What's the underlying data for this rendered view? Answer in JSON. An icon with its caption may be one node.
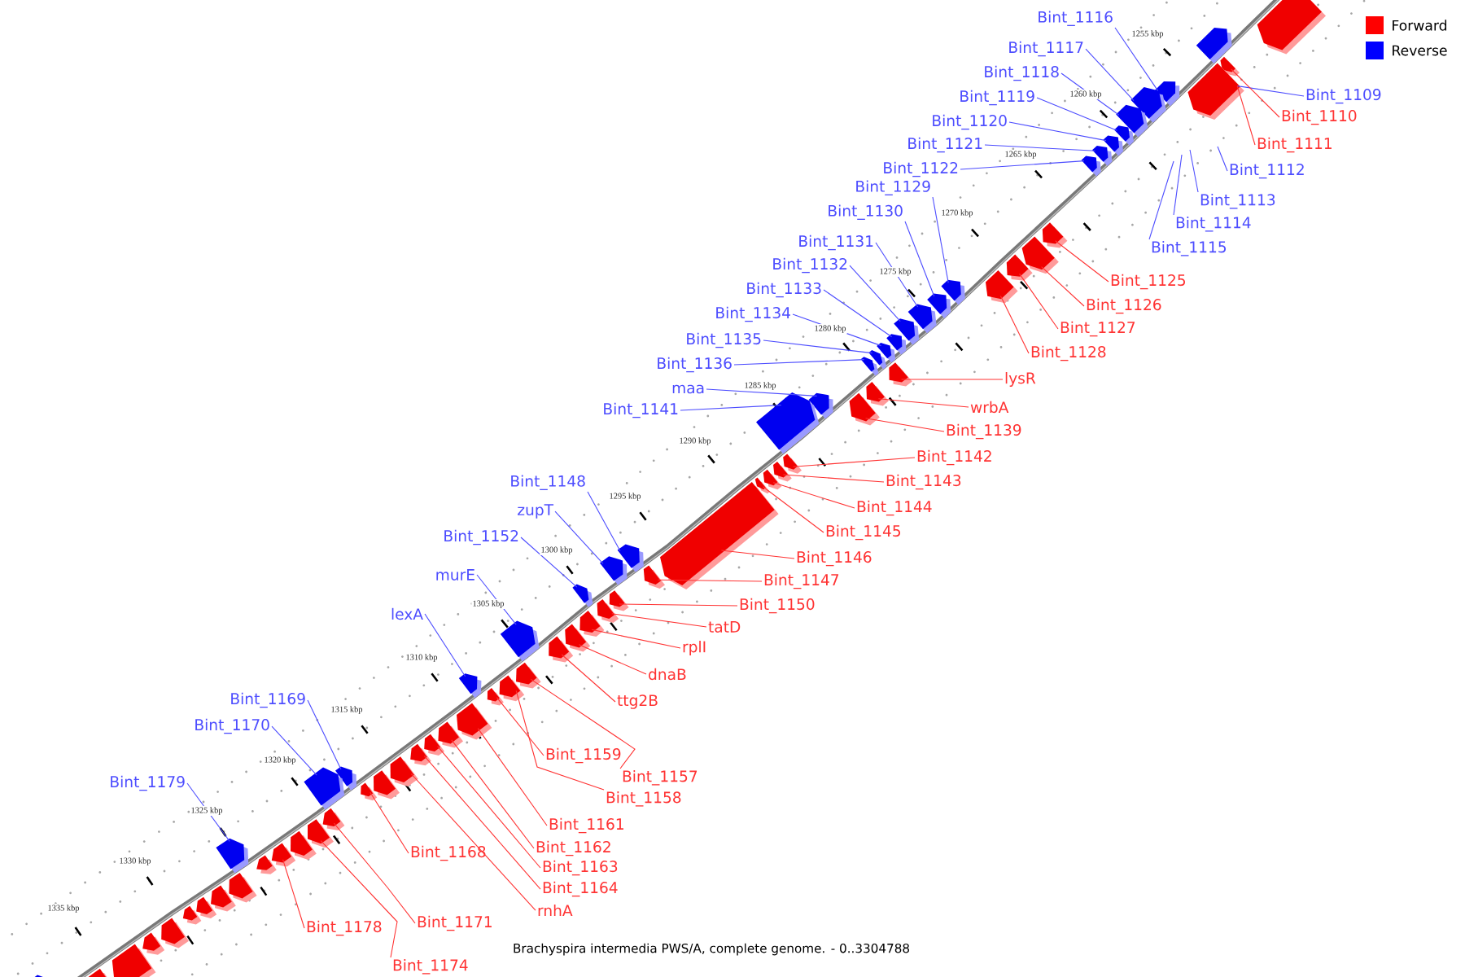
{
  "diagram": {
    "caption": "Brachyspira intermedia PWS/A, complete genome. - 0..3304788",
    "nodes": [
      {
        "text": [
          "Bint_1116"
        ]
      },
      {
        "text": [
          "Bint_1117"
        ]
      },
      {
        "text": [
          "Bint_1118"
        ]
      },
      {
        "text": [
          "Bint_1119"
        ]
      },
      {
        "text": [
          "Bint_1120"
        ]
      },
      {
        "text": [
          "Bint_1121"
        ]
      },
      {
        "text": [
          "Bint_1122"
        ]
      },
      {
        "text": [
          "Bint_1129"
        ]
      },
      {
        "text": [
          "Bint_1130"
        ]
      },
      {
        "text": [
          "Bint_1131"
        ]
      },
      {
        "text": [
          "Bint_1132"
        ]
      },
      {
        "text": [
          "Bint_1133"
        ]
      },
      {
        "text": [
          "Bint_1134"
        ]
      },
      {
        "text": [
          "Bint_1135"
        ]
      },
      {
        "text": [
          "Bint_1136"
        ]
      },
      {
        "text": [
          "maa"
        ]
      },
      {
        "text": [
          "Bint_1141"
        ]
      },
      {
        "text": [
          "Bint_1148"
        ]
      },
      {
        "text": [
          "zupT"
        ]
      },
      {
        "text": [
          "Bint_1152"
        ]
      },
      {
        "text": [
          "murE"
        ]
      },
      {
        "text": [
          "lexA"
        ]
      },
      {
        "text": [
          "Bint_1169"
        ]
      },
      {
        "text": [
          "Bint_1170"
        ]
      },
      {
        "text": [
          "Bint_1179"
        ]
      },
      {
        "text": [
          "Bint_1109"
        ]
      },
      {
        "text": [
          "Bint_1112"
        ]
      },
      {
        "text": [
          "Bint_1113"
        ]
      },
      {
        "text": [
          "Bint_1114"
        ]
      },
      {
        "text": [
          "Bint_1115"
        ]
      },
      {
        "text": [
          "Bint_1110"
        ]
      },
      {
        "text": [
          "Bint_1111"
        ]
      },
      {
        "text": [
          "Bint_1125"
        ]
      },
      {
        "text": [
          "Bint_1126"
        ]
      },
      {
        "text": [
          "Bint_1127"
        ]
      },
      {
        "text": [
          "Bint_1128"
        ]
      },
      {
        "text": [
          "lysR"
        ]
      },
      {
        "text": [
          "wrbA"
        ]
      },
      {
        "text": [
          "Bint_1139"
        ]
      },
      {
        "text": [
          "Bint_1142"
        ]
      },
      {
        "text": [
          "Bint_1143"
        ]
      },
      {
        "text": [
          "Bint_1144"
        ]
      },
      {
        "text": [
          "Bint_1145"
        ]
      },
      {
        "text": [
          "Bint_1146"
        ]
      },
      {
        "text": [
          "Bint_1147"
        ]
      },
      {
        "text": [
          "Bint_1150"
        ]
      },
      {
        "text": [
          "tatD"
        ]
      },
      {
        "text": [
          "rplI"
        ]
      },
      {
        "text": [
          "dnaB"
        ]
      },
      {
        "text": [
          "ttg2B"
        ]
      },
      {
        "text": [
          "Bint_1159"
        ]
      },
      {
        "text": [
          "Bint_1157"
        ]
      },
      {
        "text": [
          "Bint_1158"
        ]
      },
      {
        "text": [
          "Bint_1161"
        ]
      },
      {
        "text": [
          "Bint_1162"
        ]
      },
      {
        "text": [
          "Bint_1163"
        ]
      },
      {
        "text": [
          "Bint_1164"
        ]
      },
      {
        "text": [
          "rnhA"
        ]
      },
      {
        "text": [
          "Bint_1168"
        ]
      },
      {
        "text": [
          "Bint_1171"
        ]
      },
      {
        "text": [
          "Bint_1178"
        ]
      },
      {
        "text": [
          "Bint_1174"
        ]
      },
      {
        "text": [],
        "shape": "box"
      },
      {
        "text": [],
        "shape": "box"
      },
      {
        "text": [],
        "shape": "box"
      },
      {
        "text": [],
        "shape": "box"
      },
      {
        "text": [],
        "shape": "box"
      },
      {
        "text": [],
        "shape": "box"
      },
      {
        "text": [],
        "shape": "box"
      },
      {
        "text": [],
        "shape": "box"
      },
      {
        "text": [],
        "shape": "box"
      },
      {
        "text": [],
        "shape": "box"
      },
      {
        "text": [],
        "shape": "box"
      },
      {
        "text": [],
        "shape": "box"
      },
      {
        "text": [],
        "shape": "box"
      },
      {
        "text": [],
        "shape": "box"
      },
      {
        "text": [],
        "shape": "box"
      },
      {
        "text": [],
        "shape": "box"
      },
      {
        "text": [],
        "shape": "box"
      },
      {
        "text": [],
        "shape": "box"
      },
      {
        "text": [],
        "shape": "box"
      },
      {
        "text": [],
        "shape": "box"
      },
      {
        "text": [],
        "shape": "box"
      },
      {
        "text": [],
        "shape": "box"
      },
      {
        "text": [],
        "shape": "box"
      },
      {
        "text": [],
        "shape": "box"
      },
      {
        "text": [],
        "shape": "box"
      },
      {
        "text": [],
        "shape": "box"
      },
      {
        "text": [],
        "shape": "box"
      },
      {
        "text": [],
        "shape": "box"
      },
      {
        "text": [],
        "shape": "box"
      },
      {
        "text": [],
        "shape": "box"
      },
      {
        "text": [],
        "shape": "box"
      },
      {
        "text": [],
        "shape": "box"
      },
      {
        "text": [],
        "shape": "box"
      },
      {
        "text": [],
        "shape": "box"
      },
      {
        "text": [],
        "shape": "box"
      },
      {
        "text": [],
        "shape": "box"
      },
      {
        "text": [],
        "shape": "box"
      },
      {
        "text": [],
        "shape": "box"
      },
      {
        "text": [],
        "shape": "box"
      },
      {
        "text": [],
        "shape": "box"
      },
      {
        "text": [],
        "shape": "box"
      },
      {
        "text": [],
        "shape": "box"
      },
      {
        "text": [],
        "shape": "box"
      },
      {
        "text": [],
        "shape": "box"
      },
      {
        "text": [],
        "shape": "box"
      },
      {
        "text": [],
        "shape": "box"
      },
      {
        "text": [],
        "shape": "box"
      },
      {
        "text": [],
        "shape": "box"
      },
      {
        "text": [],
        "shape": "box"
      },
      {
        "text": [],
        "shape": "box"
      },
      {
        "text": [],
        "shape": "box"
      },
      {
        "text": [],
        "shape": "box"
      },
      {
        "text": [],
        "shape": "box"
      },
      {
        "text": [],
        "shape": "box"
      },
      {
        "text": [],
        "shape": "box"
      },
      {
        "text": [],
        "shape": "box"
      },
      {
        "text": [],
        "shape": "box"
      },
      {
        "text": [],
        "shape": "box"
      },
      {
        "text": [],
        "shape": "box"
      },
      {
        "text": [],
        "shape": "box"
      },
      {
        "text": [],
        "shape": "box"
      },
      {
        "text": [],
        "shape": "box"
      },
      {
        "text": [],
        "shape": "box"
      },
      {
        "text": [],
        "shape": "box"
      },
      {
        "text": [],
        "shape": "box"
      },
      {
        "text": [],
        "shape": "box"
      },
      {
        "text": [],
        "shape": "box"
      },
      {
        "text": [],
        "shape": "box"
      },
      {
        "text": [],
        "shape": "box"
      },
      {
        "text": [],
        "shape": "box"
      },
      {
        "text": [],
        "shape": "box"
      }
    ],
    "edges": [
      {
        "from": 0,
        "to": 63,
        "arrow": "none",
        "color": "#4d4dff"
      },
      {
        "from": 1,
        "to": 64,
        "arrow": "none",
        "color": "#4d4dff"
      },
      {
        "from": 2,
        "to": 65,
        "arrow": "none",
        "color": "#4d4dff"
      },
      {
        "from": 3,
        "to": 66,
        "arrow": "none",
        "color": "#4d4dff"
      },
      {
        "from": 4,
        "to": 67,
        "arrow": "none",
        "color": "#4d4dff"
      },
      {
        "from": 5,
        "to": 68,
        "arrow": "none",
        "color": "#4d4dff"
      },
      {
        "from": 6,
        "to": 69,
        "arrow": "none",
        "color": "#4d4dff"
      },
      {
        "from": 7,
        "to": 70,
        "arrow": "none",
        "color": "#4d4dff"
      },
      {
        "from": 8,
        "to": 71,
        "arrow": "none",
        "color": "#4d4dff"
      },
      {
        "from": 9,
        "to": 72,
        "arrow": "none",
        "color": "#4d4dff"
      },
      {
        "from": 10,
        "to": 73,
        "arrow": "none",
        "color": "#4d4dff"
      },
      {
        "from": 11,
        "to": 74,
        "arrow": "none",
        "color": "#4d4dff"
      },
      {
        "from": 12,
        "to": 75,
        "arrow": "none",
        "color": "#4d4dff"
      },
      {
        "from": 13,
        "to": 76,
        "arrow": "none",
        "color": "#4d4dff"
      },
      {
        "from": 14,
        "to": 77,
        "arrow": "none",
        "color": "#4d4dff"
      },
      {
        "from": 15,
        "to": 78,
        "arrow": "none",
        "color": "#4d4dff"
      },
      {
        "from": 16,
        "to": 79,
        "arrow": "none",
        "color": "#4d4dff"
      },
      {
        "from": 17,
        "to": 80,
        "arrow": "none",
        "color": "#4d4dff"
      },
      {
        "from": 18,
        "to": 81,
        "arrow": "none",
        "color": "#4d4dff"
      },
      {
        "from": 19,
        "to": 82,
        "arrow": "none",
        "color": "#4d4dff"
      },
      {
        "from": 20,
        "to": 83,
        "arrow": "none",
        "color": "#4d4dff"
      },
      {
        "from": 21,
        "to": 84,
        "arrow": "none",
        "color": "#4d4dff"
      },
      {
        "from": 22,
        "to": 85,
        "arrow": "none",
        "color": "#4d4dff"
      },
      {
        "from": 23,
        "to": 86,
        "arrow": "none",
        "color": "#4d4dff"
      },
      {
        "from": 24,
        "to": 87,
        "arrow": "none",
        "color": "#4d4dff"
      },
      {
        "from": 25,
        "to": 91,
        "arrow": "none",
        "color": "#4d4dff"
      },
      {
        "from": 26,
        "to": null,
        "arrow": "none",
        "color": "#4d4dff"
      },
      {
        "from": 27,
        "to": null,
        "arrow": "none",
        "color": "#4d4dff"
      },
      {
        "from": 28,
        "to": null,
        "arrow": "none",
        "color": "#4d4dff"
      },
      {
        "from": 29,
        "to": null,
        "arrow": "none",
        "color": "#4d4dff"
      },
      {
        "from": 30,
        "to": 90,
        "arrow": "none",
        "color": "#ff3333"
      },
      {
        "from": 31,
        "to": 91,
        "arrow": "none",
        "color": "#ff3333"
      },
      {
        "from": 32,
        "to": 92,
        "arrow": "none",
        "color": "#ff3333"
      },
      {
        "from": 33,
        "to": 93,
        "arrow": "none",
        "color": "#ff3333"
      },
      {
        "from": 34,
        "to": 94,
        "arrow": "none",
        "color": "#ff3333"
      },
      {
        "from": 35,
        "to": 95,
        "arrow": "none",
        "color": "#ff3333"
      },
      {
        "from": 36,
        "to": 96,
        "arrow": "none",
        "color": "#ff3333"
      },
      {
        "from": 37,
        "to": 97,
        "arrow": "none",
        "color": "#ff3333"
      },
      {
        "from": 38,
        "to": 98,
        "arrow": "none",
        "color": "#ff3333"
      },
      {
        "from": 39,
        "to": 99,
        "arrow": "none",
        "color": "#ff3333"
      },
      {
        "from": 40,
        "to": 100,
        "arrow": "none",
        "color": "#ff3333"
      },
      {
        "from": 41,
        "to": 101,
        "arrow": "none",
        "color": "#ff3333"
      },
      {
        "from": 42,
        "to": 102,
        "arrow": "none",
        "color": "#ff3333"
      },
      {
        "from": 43,
        "to": 103,
        "arrow": "none",
        "color": "#ff3333"
      },
      {
        "from": 44,
        "to": 104,
        "arrow": "none",
        "color": "#ff3333"
      },
      {
        "from": 45,
        "to": 105,
        "arrow": "none",
        "color": "#ff3333"
      },
      {
        "from": 46,
        "to": 106,
        "arrow": "none",
        "color": "#ff3333"
      },
      {
        "from": 47,
        "to": 107,
        "arrow": "none",
        "color": "#ff3333"
      },
      {
        "from": 48,
        "to": 108,
        "arrow": "none",
        "color": "#ff3333"
      },
      {
        "from": 49,
        "to": 109,
        "arrow": "none",
        "color": "#ff3333"
      },
      {
        "from": 50,
        "to": 112,
        "arrow": "none",
        "color": "#ff3333"
      },
      {
        "from": 51,
        "to": 110,
        "arrow": "none",
        "color": "#ff3333"
      },
      {
        "from": 52,
        "to": 111,
        "arrow": "none",
        "color": "#ff3333"
      },
      {
        "from": 53,
        "to": 113,
        "arrow": "none",
        "color": "#ff3333"
      },
      {
        "from": 54,
        "to": 114,
        "arrow": "none",
        "color": "#ff3333"
      },
      {
        "from": 55,
        "to": 115,
        "arrow": "none",
        "color": "#ff3333"
      },
      {
        "from": 56,
        "to": 116,
        "arrow": "none",
        "color": "#ff3333"
      },
      {
        "from": 57,
        "to": 117,
        "arrow": "none",
        "color": "#ff3333"
      },
      {
        "from": 58,
        "to": 119,
        "arrow": "none",
        "color": "#ff3333"
      },
      {
        "from": 59,
        "to": 120,
        "arrow": "none",
        "color": "#ff3333"
      },
      {
        "from": 60,
        "to": 123,
        "arrow": "none",
        "color": "#ff3333"
      },
      {
        "from": 61,
        "to": 121,
        "arrow": "none",
        "color": "#ff3333"
      }
    ],
    "labels": [
      "1255 kbp",
      "1260 kbp",
      "1265 kbp",
      "1270 kbp",
      "1275 kbp",
      "1280 kbp",
      "1285 kbp",
      "1290 kbp",
      "1295 kbp",
      "1300 kbp",
      "1305 kbp",
      "1310 kbp",
      "1315 kbp",
      "1320 kbp",
      "1325 kbp",
      "1330 kbp",
      "1335 kbp"
    ],
    "legend": [
      {
        "text": "Forward",
        "color": "#ff0000"
      },
      {
        "text": "Reverse",
        "color": "#0000ff"
      }
    ]
  }
}
